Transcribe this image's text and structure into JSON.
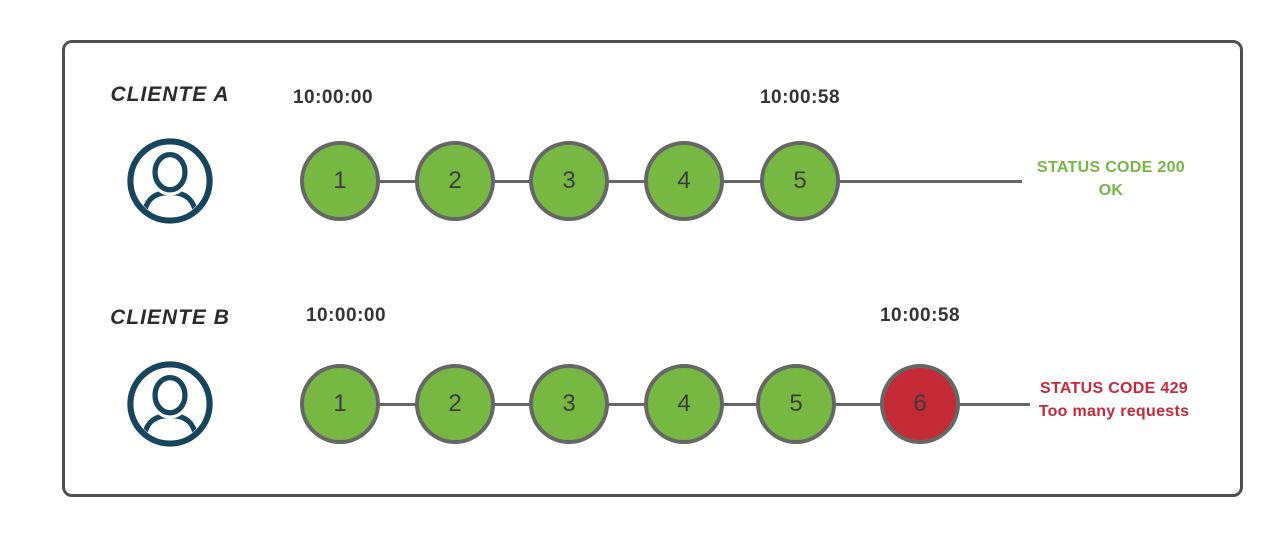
{
  "clients": [
    {
      "label": "CLIENTE A",
      "avatar": "user-icon",
      "start_time": "10:00:00",
      "end_time": "10:00:58",
      "requests": [
        {
          "n": "1",
          "status": "ok"
        },
        {
          "n": "2",
          "status": "ok"
        },
        {
          "n": "3",
          "status": "ok"
        },
        {
          "n": "4",
          "status": "ok"
        },
        {
          "n": "5",
          "status": "ok"
        }
      ],
      "result_line1": "STATUS CODE 200",
      "result_line2": "OK",
      "result_type": "success"
    },
    {
      "label": "CLIENTE B",
      "avatar": "user-icon",
      "start_time": "10:00:00",
      "end_time": "10:00:58",
      "requests": [
        {
          "n": "1",
          "status": "ok"
        },
        {
          "n": "2",
          "status": "ok"
        },
        {
          "n": "3",
          "status": "ok"
        },
        {
          "n": "4",
          "status": "ok"
        },
        {
          "n": "5",
          "status": "ok"
        },
        {
          "n": "6",
          "status": "rate-limited"
        }
      ],
      "result_line1": "STATUS CODE 429",
      "result_line2": "Too many requests",
      "result_type": "error"
    }
  ],
  "colors": {
    "request_ok": "#77b843",
    "request_blocked": "#c42a35",
    "circle_border": "#666666",
    "timeline": "#666666",
    "success_text": "#74b543",
    "error_text": "#c5293a",
    "avatar": "#17455e",
    "frame_border": "#4f4f4f",
    "timestamp_text": "#333333"
  }
}
